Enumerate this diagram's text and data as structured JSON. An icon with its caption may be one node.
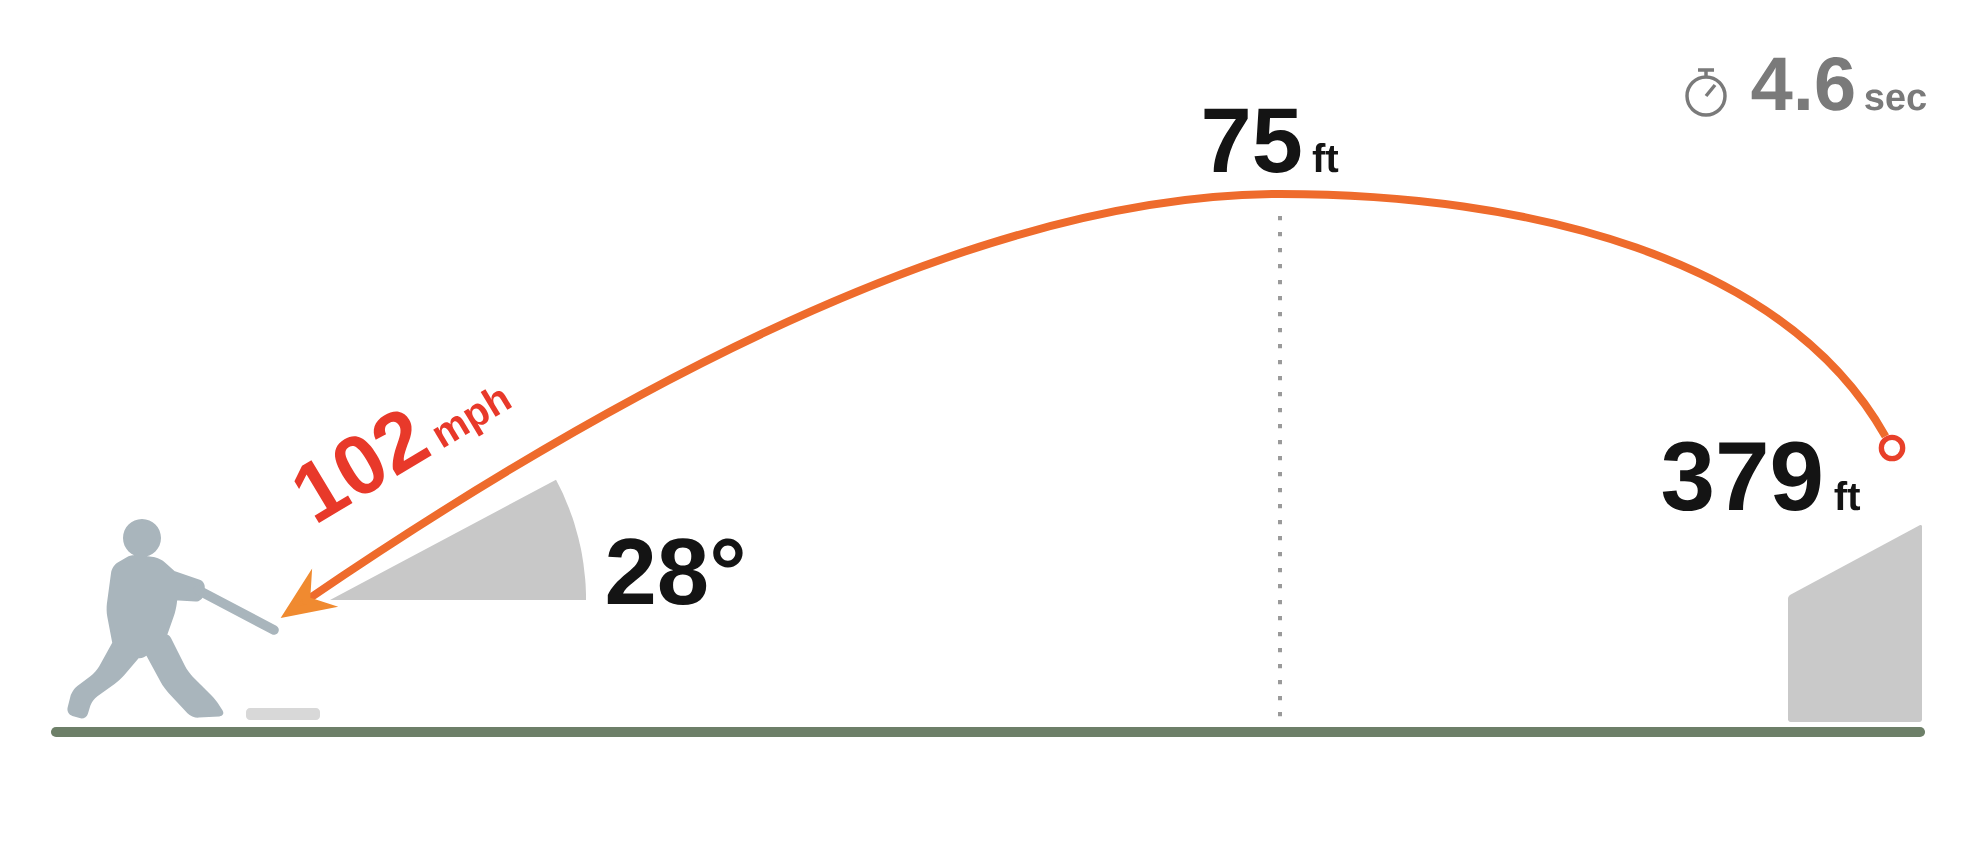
{
  "diagram": {
    "nodes": [
      {
        "text": [],
        "shape": "person"
      },
      {
        "text": [],
        "shape": "wedge",
        "beside": [
          "28°"
        ]
      },
      {
        "text": [],
        "shape": "circle",
        "beside": [
          "379 ft"
        ]
      },
      {
        "text": [],
        "shape": "wall"
      }
    ],
    "edges": [
      {
        "from": 2,
        "to": 0,
        "arrow": "to",
        "label": "102 mph"
      }
    ],
    "labels": [
      "4.6 sec",
      "75 ft"
    ]
  }
}
